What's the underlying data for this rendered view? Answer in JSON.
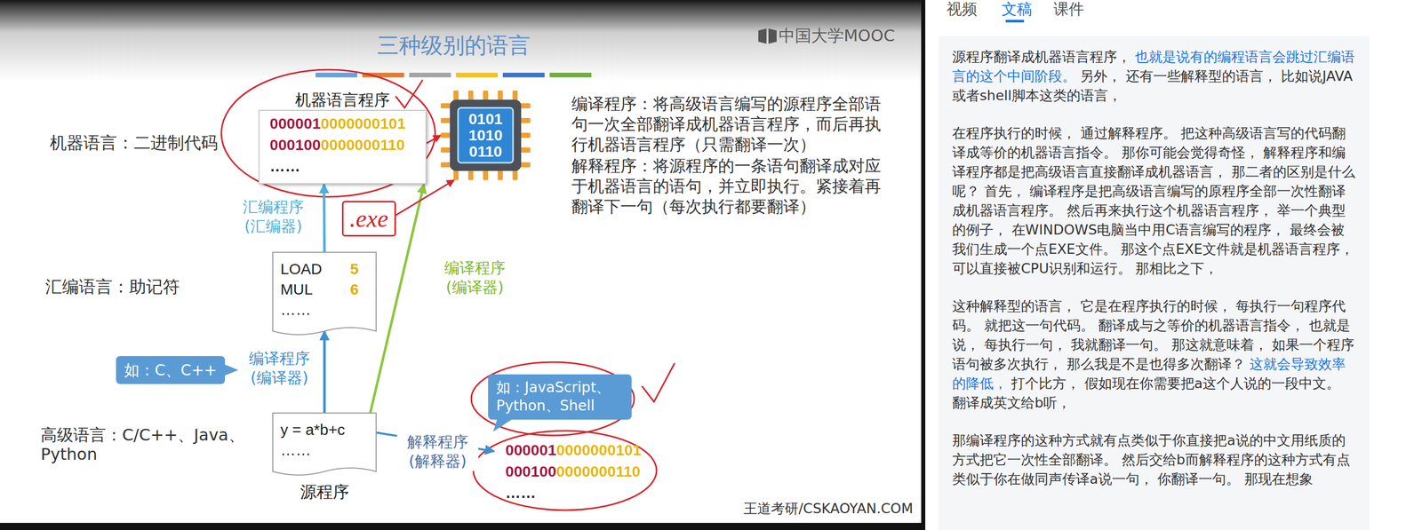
{
  "diagram": {
    "title": "三种级别的语言",
    "nodes": [
      {
        "text": [
          "机器语言程序",
          "0000010000000101",
          "0001000000000110",
          "……"
        ]
      },
      {
        "text": [
          ".exe"
        ]
      },
      {
        "text": [
          "0101 1010 0110"
        ]
      },
      {
        "text": [
          "LOAD",
          "5",
          "MUL",
          "6",
          "……"
        ]
      },
      {
        "text": [
          "如：C、C++"
        ]
      },
      {
        "text": [
          "如：JavaScript、Python、Shell"
        ]
      },
      {
        "text": [
          "y = a*b+c",
          "……",
          "源程序"
        ]
      },
      {
        "text": [
          "0000010000000101",
          "0001000000000110",
          "……"
        ]
      }
    ],
    "edges": [
      {
        "from": 3,
        "to": 0,
        "arrow": "to",
        "label": "汇编程序 (汇编器)"
      },
      {
        "from": 6,
        "to": 3,
        "arrow": "to",
        "label": "编译程序 (编译器)"
      },
      {
        "from": 6,
        "to": 0,
        "arrow": "to",
        "label": "编译程序 (编译器)"
      },
      {
        "from": 6,
        "to": 7,
        "arrow": "to",
        "label": "解释程序 (解释器)"
      },
      {
        "from": 0,
        "to": 2,
        "arrow": "to"
      },
      {
        "from": 1,
        "to": 2,
        "arrow": "to"
      }
    ],
    "labels": [
      "中国大学MOOC",
      "机器语言：二进制代码",
      "汇编语言：助记符",
      "高级语言：C/C++、Java、Python",
      "编译程序：将高级语言编写的源程序全部语句一次全部翻译成机器语言程序，而后再执行机器语言程序（只需翻译一次）",
      "解释程序：将源程序的一条语句翻译成对应于机器语言的语句，并立即执行。紧接着再翻译下一句（每次执行都要翻译）",
      "王道考研/CSKAOYAN.COM",
      "视频",
      "文稿",
      "课件",
      "源程序翻译成机器语言程序，",
      "也就是说有的编程语言会跳过汇编语言的这个中间阶段。",
      "另外， 还有一些解释型的语言， 比如说JAVA或者shell脚本这类的语言，",
      "在程序执行的时候， 通过解释程序。 把这种高级语言写的代码翻译成等价的机器语言指令。 那你可能会觉得奇怪， 解释程序和编译程序都是把高级语言直接翻译成机器语言， 那二者的区别是什么呢？ 首先， 编译程序是把高级语言编写的原程序全部一次性翻译成机器语言程序。 然后再来执行这个机器语言程序， 举一个典型的例子， 在WINDOWS电脑当中用C语言编写的程序， 最终会被我们生成一个点EXE文件。 那这个点EXE文件就是机器语言程序， 可以直接被CPU识别和运行。 那相比之下，",
      "这种解释型的语言， 它是在程序执行的时候， 每执行一句程序代码。 就把这一句代码。 翻译成与之等价的机器语言指令， 也就是说， 每执行一句， 我就翻译一句。 那这就意味着， 如果一个程序语句被多次执行， 那么我是不是也得多次翻译？",
      "这就会导致效率的降低，",
      "打个比方， 假如现在你需要把a这个人说的一段中文。 翻译成英文给b听，",
      "那编译程序的这种方式就有点类似于你直接把a说的中文用纸质的方式把它一次性全部翻译。 然后交给b而解释程序的这种方式有点类似于你在做同声传译a说一句， 你翻译一句。 那现在想象"
    ]
  }
}
